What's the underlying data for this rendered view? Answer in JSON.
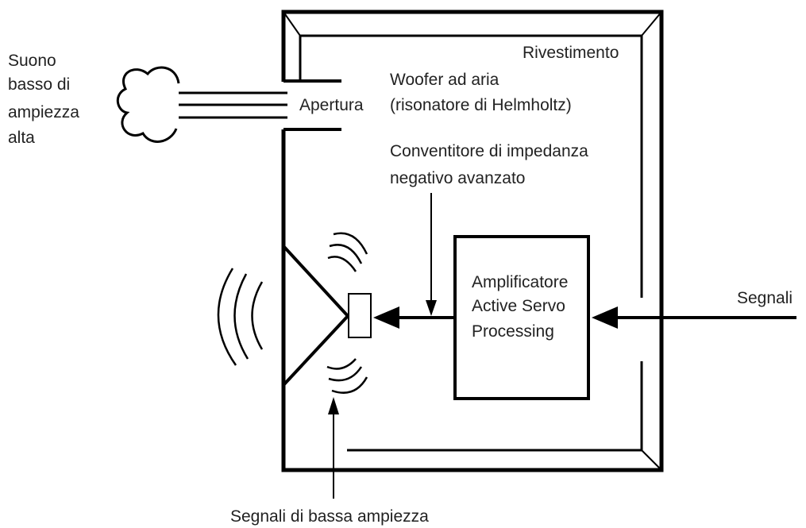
{
  "labels": {
    "suono_line1": "Suono",
    "suono_line2": "basso di",
    "suono_line3": "ampiezza",
    "suono_line4": "alta",
    "apertura": "Apertura",
    "rivestimento": "Rivestimento",
    "woofer_line1": "Woofer ad aria",
    "woofer_line2": "(risonatore di Helmholtz)",
    "conv_line1": "Conventitore di impedanza",
    "conv_line2": "negativo avanzato",
    "amp_line1": "Amplificatore",
    "amp_line2": "Active Servo",
    "amp_line3": "Processing",
    "segnali": "Segnali",
    "segnali_bassa": "Segnali di bassa ampiezza"
  },
  "colors": {
    "line": "#000000",
    "text": "#222222",
    "background": "#ffffff"
  }
}
